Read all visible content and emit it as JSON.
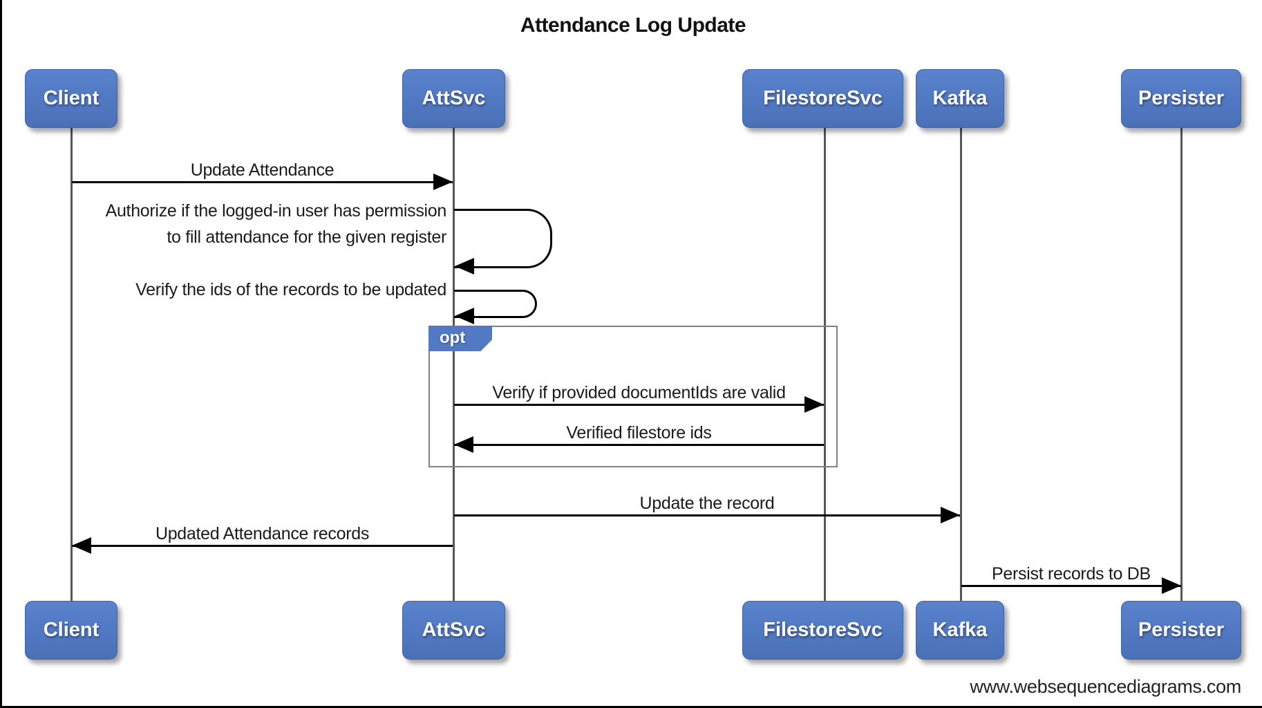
{
  "diagram": {
    "title": "Attendance Log Update",
    "footer": "www.websequencediagrams.com",
    "actors": [
      {
        "name": "Client"
      },
      {
        "name": "AttSvc"
      },
      {
        "name": "FilestoreSvc"
      },
      {
        "name": "Kafka"
      },
      {
        "name": "Persister"
      }
    ],
    "fragment": {
      "operator": "opt"
    },
    "messages": [
      {
        "from": "Client",
        "to": "AttSvc",
        "type": "solid-arrow",
        "label": "Update Attendance"
      },
      {
        "from": "AttSvc",
        "to": "AttSvc",
        "type": "self-loop",
        "label": "Authorize if the logged-in user has permission\nto fill attendance for the given register"
      },
      {
        "from": "AttSvc",
        "to": "AttSvc",
        "type": "self-loop",
        "label": "Verify the ids of the records to be updated"
      },
      {
        "from": "AttSvc",
        "to": "FilestoreSvc",
        "type": "solid-arrow",
        "fragment": "opt",
        "label": "Verify if provided documentIds are valid"
      },
      {
        "from": "FilestoreSvc",
        "to": "AttSvc",
        "type": "solid-arrow",
        "fragment": "opt",
        "label": "Verified filestore ids"
      },
      {
        "from": "AttSvc",
        "to": "Kafka",
        "type": "solid-arrow",
        "label": "Update the record"
      },
      {
        "from": "AttSvc",
        "to": "Client",
        "type": "solid-arrow",
        "label": "Updated Attendance records"
      },
      {
        "from": "Kafka",
        "to": "Persister",
        "type": "solid-arrow",
        "label": "Persist records to DB"
      }
    ],
    "colors": {
      "actor_fill": "#527ac4",
      "actor_border": "#3e62a6",
      "actor_text": "#ffffff",
      "lifeline": "#565656",
      "arrow": "#000000",
      "fragment_border": "#808080",
      "background": "#ffffff"
    }
  }
}
